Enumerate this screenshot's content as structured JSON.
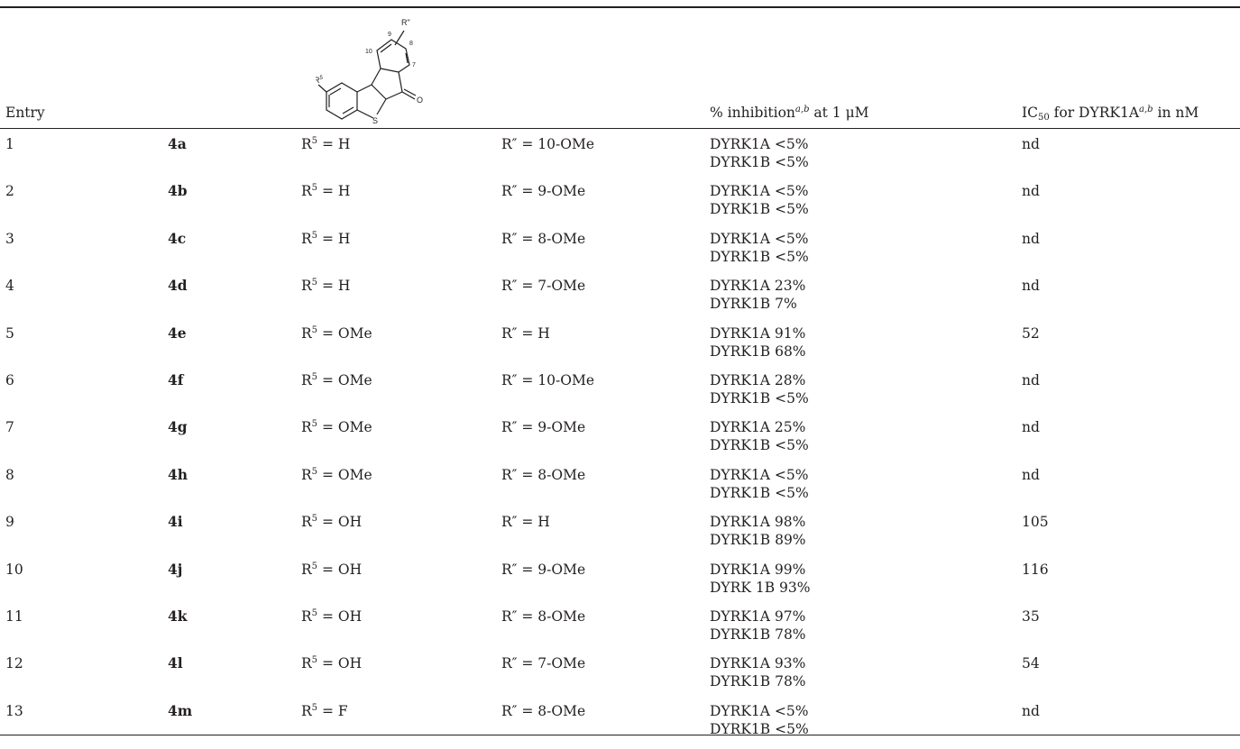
{
  "header": {
    "entry": "Entry",
    "inhibition_text": "% inhibition",
    "inhibition_sup": "a,b",
    "inhibition_tail": " at 1 μM",
    "ic50_prefix": "IC",
    "ic50_sub": "50",
    "ic50_mid": " for DYRK1A",
    "ic50_sup": "a,b",
    "ic50_tail": " in nM"
  },
  "structure": {
    "r5_label": "R",
    "r5_sup": "5",
    "rpp_label": "R\"",
    "pos10": "10",
    "pos9": "9",
    "pos8": "8",
    "pos7": "7",
    "s_label": "S",
    "o_label": "O"
  },
  "rows": [
    {
      "entry": "1",
      "compound": "4a",
      "r5_pre": "R",
      "r5_sup": "5",
      "r5_val": " = H",
      "rpp": "R″ = 10-OMe",
      "inh_a": "DYRK1A <5%",
      "inh_b": "DYRK1B <5%",
      "ic50": "nd"
    },
    {
      "entry": "2",
      "compound": "4b",
      "r5_pre": "R",
      "r5_sup": "5",
      "r5_val": " = H",
      "rpp": "R″ = 9-OMe",
      "inh_a": "DYRK1A <5%",
      "inh_b": "DYRK1B <5%",
      "ic50": "nd"
    },
    {
      "entry": "3",
      "compound": "4c",
      "r5_pre": "R",
      "r5_sup": "5",
      "r5_val": " = H",
      "rpp": "R″ = 8-OMe",
      "inh_a": "DYRK1A <5%",
      "inh_b": "DYRK1B <5%",
      "ic50": "nd"
    },
    {
      "entry": "4",
      "compound": "4d",
      "r5_pre": "R",
      "r5_sup": "5",
      "r5_val": " = H",
      "rpp": "R″ = 7-OMe",
      "inh_a": "DYRK1A 23%",
      "inh_b": "DYRK1B 7%",
      "ic50": "nd"
    },
    {
      "entry": "5",
      "compound": "4e",
      "r5_pre": "R",
      "r5_sup": "5",
      "r5_val": " = OMe",
      "rpp": "R″ = H",
      "inh_a": "DYRK1A 91%",
      "inh_b": "DYRK1B 68%",
      "ic50": "52"
    },
    {
      "entry": "6",
      "compound": "4f",
      "r5_pre": "R",
      "r5_sup": "5",
      "r5_val": " = OMe",
      "rpp": "R″ = 10-OMe",
      "inh_a": "DYRK1A 28%",
      "inh_b": "DYRK1B <5%",
      "ic50": "nd"
    },
    {
      "entry": "7",
      "compound": "4g",
      "r5_pre": "R",
      "r5_sup": "5",
      "r5_val": " = OMe",
      "rpp": "R″ = 9-OMe",
      "inh_a": "DYRK1A 25%",
      "inh_b": "DYRK1B <5%",
      "ic50": "nd"
    },
    {
      "entry": "8",
      "compound": "4h",
      "r5_pre": "R",
      "r5_sup": "5",
      "r5_val": " = OMe",
      "rpp": "R″ = 8-OMe",
      "inh_a": "DYRK1A <5%",
      "inh_b": "DYRK1B <5%",
      "ic50": "nd"
    },
    {
      "entry": "9",
      "compound": "4i",
      "r5_pre": "R",
      "r5_sup": "5",
      "r5_val": " = OH",
      "rpp": "R″ = H",
      "inh_a": "DYRK1A 98%",
      "inh_b": "DYRK1B 89%",
      "ic50": "105"
    },
    {
      "entry": "10",
      "compound": "4j",
      "r5_pre": "R",
      "r5_sup": "5",
      "r5_val": " = OH",
      "rpp": "R″ = 9-OMe",
      "inh_a": "DYRK1A 99%",
      "inh_b": "DYRK 1B 93%",
      "ic50": "116"
    },
    {
      "entry": "11",
      "compound": "4k",
      "r5_pre": "R",
      "r5_sup": "5",
      "r5_val": " = OH",
      "rpp": "R″ = 8-OMe",
      "inh_a": "DYRK1A 97%",
      "inh_b": "DYRK1B 78%",
      "ic50": "35"
    },
    {
      "entry": "12",
      "compound": "4l",
      "r5_pre": "R",
      "r5_sup": "5",
      "r5_val": " = OH",
      "rpp": "R″ = 7-OMe",
      "inh_a": "DYRK1A 93%",
      "inh_b": "DYRK1B 78%",
      "ic50": "54"
    },
    {
      "entry": "13",
      "compound": "4m",
      "r5_pre": "R",
      "r5_sup": "5",
      "r5_val": " = F",
      "rpp": "R″ = 8-OMe",
      "inh_a": "DYRK1A <5%",
      "inh_b": "DYRK1B <5%",
      "ic50": "nd"
    }
  ]
}
